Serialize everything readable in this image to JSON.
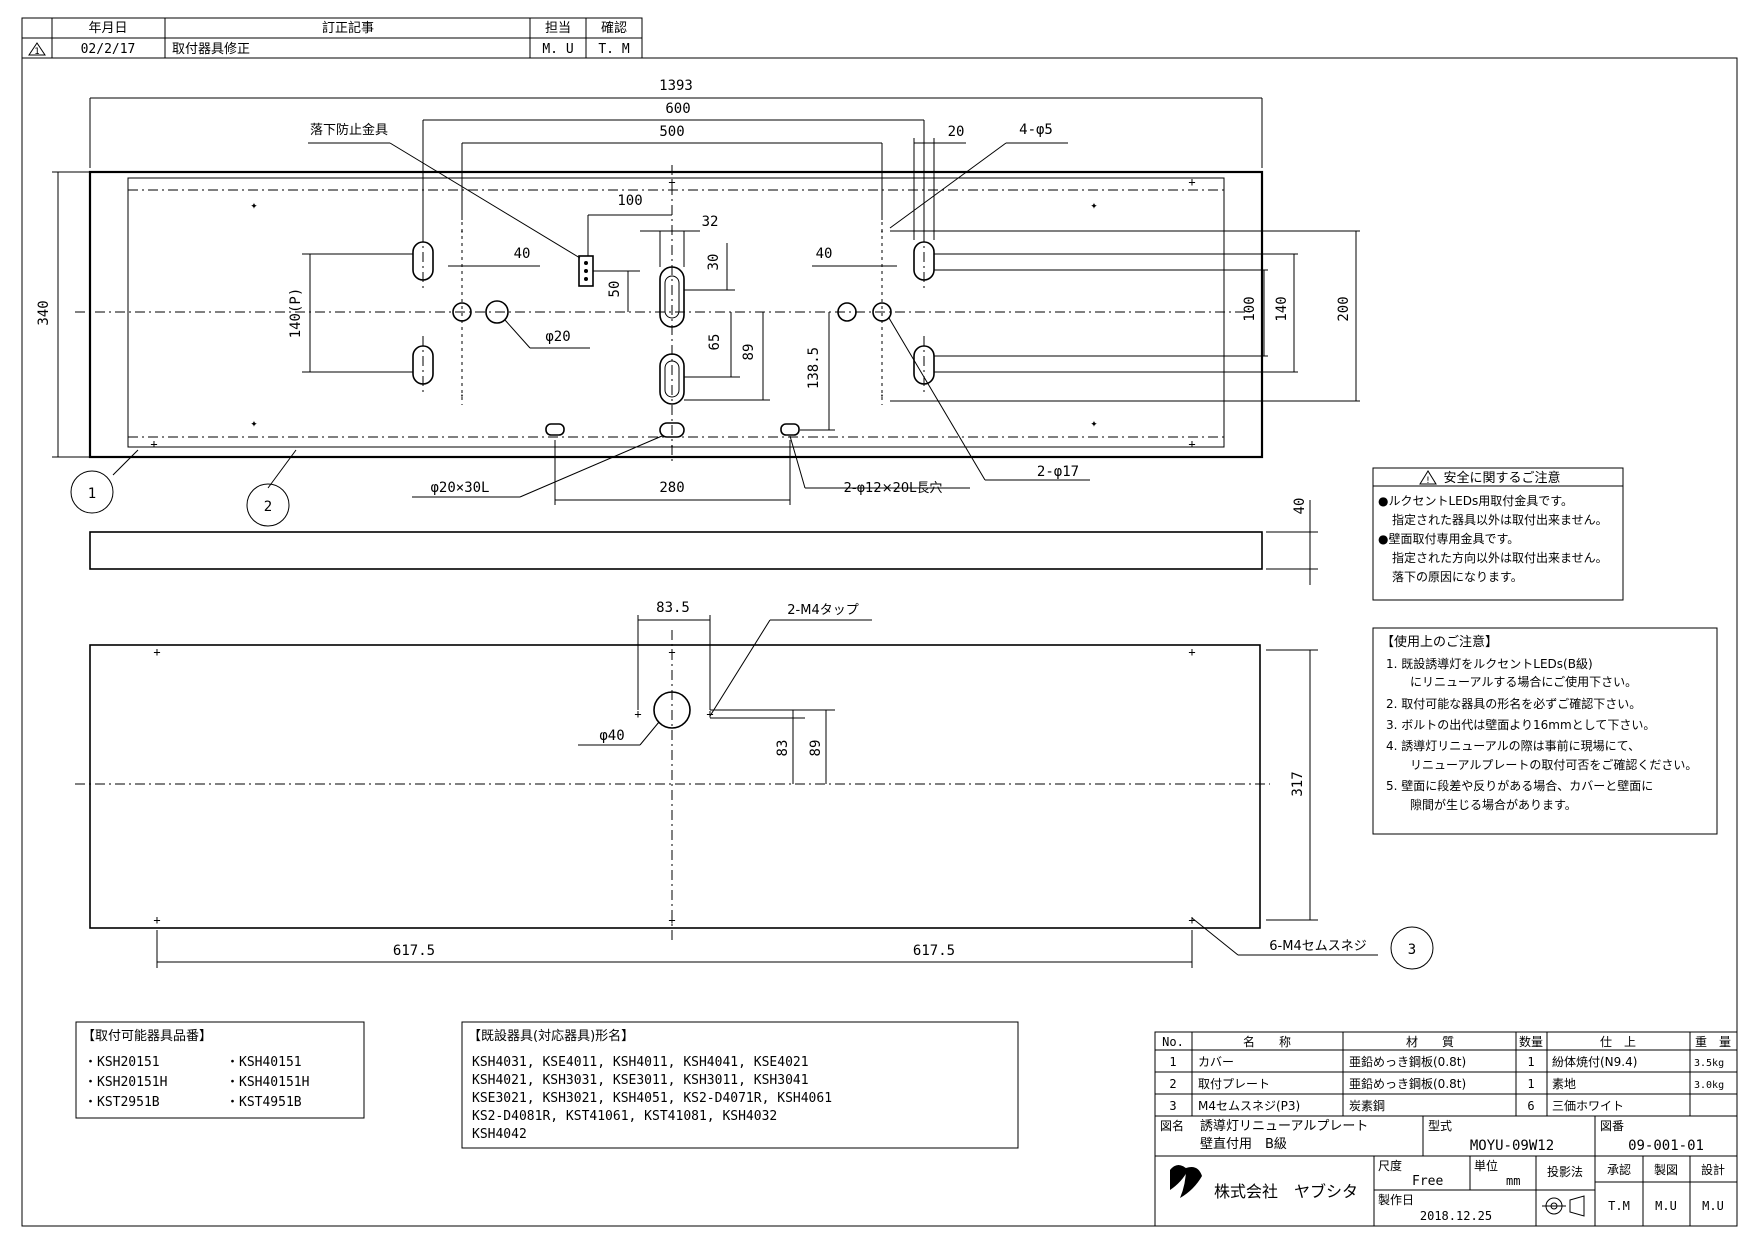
{
  "revision": {
    "headers": {
      "date": "年月日",
      "content": "訂正記事",
      "by": "担当",
      "check": "確認"
    },
    "rows": [
      {
        "mark": "1",
        "date": "02/2/17",
        "content": "取付器具修正",
        "by": "M. U",
        "check": "T. M"
      }
    ]
  },
  "dims": {
    "total_width": "1393",
    "d600": "600",
    "d500": "500",
    "d20": "20",
    "holes_4phi5": "4-φ5",
    "fall_guard": "落下防止金具",
    "d100": "100",
    "d32": "32",
    "d30": "30",
    "d40_left": "40",
    "d40_right": "40",
    "d50": "50",
    "d65": "65",
    "d89": "89",
    "d138_5": "138.5",
    "d140p": "140(P)",
    "phi20": "φ20",
    "d340": "340",
    "d100_r": "100",
    "d140_r": "140",
    "d200_r": "200",
    "phi20x30l": "φ20×30L",
    "d280": "280",
    "slot_2phi12": "2-φ12×20L長穴",
    "phi17": "2-φ17",
    "side_40": "40",
    "d83_5": "83.5",
    "m4tap": "2-M4タップ",
    "phi40": "φ40",
    "d83": "83",
    "d89_lower": "89",
    "d317": "317",
    "d617_5_l": "617.5",
    "d617_5_r": "617.5",
    "m4screw": "6-M4セムスネジ"
  },
  "callouts": [
    "1",
    "2",
    "3"
  ],
  "safety": {
    "title": "安全に関するご注意",
    "lines": [
      "●ルクセントLEDs用取付金具です。",
      "指定された器具以外は取付出来ません。",
      "●壁面取付専用金具です。",
      "指定された方向以外は取付出来ません。",
      "落下の原因になります。"
    ]
  },
  "usage": {
    "title": "【使用上のご注意】",
    "lines": [
      "1. 既設誘導灯をルクセントLEDs(B級)",
      "にリニューアルする場合にご使用下さい。",
      "2. 取付可能な器具の形名を必ずご確認下さい。",
      "3. ボルトの出代は壁面より16mmとして下さい。",
      "4. 誘導灯リニューアルの際は事前に現場にて、",
      "リニューアルプレートの取付可否をご確認ください。",
      "5. 壁面に段差や反りがある場合、カバーと壁面に",
      "隙間が生じる場合があります。"
    ]
  },
  "compatible": {
    "title": "【取付可能器具品番】",
    "col1": [
      "・KSH20151",
      "・KSH20151H",
      "・KST2951B"
    ],
    "col2": [
      "・KSH40151",
      "・KSH40151H",
      "・KST4951B"
    ]
  },
  "existing": {
    "title": "【既設器具(対応器具)形名】",
    "lines": [
      "KSH4031, KSE4011, KSH4011, KSH4041, KSE4021",
      "KSH4021, KSH3031, KSE3011, KSH3011, KSH3041",
      "KSE3021, KSH3021, KSH4051, KS2-D4071R, KSH4061",
      "KS2-D4081R, KST41061, KST41081, KSH4032",
      "KSH4042"
    ]
  },
  "parts": {
    "headers": {
      "no": "No.",
      "name": "名　　称",
      "material": "材　　質",
      "qty": "数量",
      "finish": "仕　上",
      "weight": "重　量"
    },
    "rows": [
      {
        "no": "1",
        "name": "カバー",
        "material": "亜鉛めっき鋼板(0.8t)",
        "qty": "1",
        "finish": "紛体焼付(N9.4)",
        "weight": "3.5kg"
      },
      {
        "no": "2",
        "name": "取付プレート",
        "material": "亜鉛めっき鋼板(0.8t)",
        "qty": "1",
        "finish": "素地",
        "weight": "3.0kg"
      },
      {
        "no": "3",
        "name": "M4セムスネジ(P3)",
        "material": "炭素鋼",
        "qty": "6",
        "finish": "三価ホワイト",
        "weight": ""
      }
    ]
  },
  "titleblock": {
    "title_label": "図名",
    "title_line1": "誘導灯リニューアルプレート",
    "title_line2": "壁直付用　B級",
    "model_label": "型式",
    "model": "MOYU-09W12",
    "drawing_no_label": "図番",
    "drawing_no": "09-001-01",
    "company": "株式会社　ヤブシタ",
    "scale_label": "尺度",
    "scale": "Free",
    "unit_label": "単位",
    "unit": "mm",
    "projection_label": "投影法",
    "approve_label": "承認",
    "draw_label": "製図",
    "design_label": "設計",
    "approve": "T.M",
    "draw": "M.U",
    "design": "M.U",
    "made_label": "製作日",
    "made_date": "2018.12.25"
  }
}
